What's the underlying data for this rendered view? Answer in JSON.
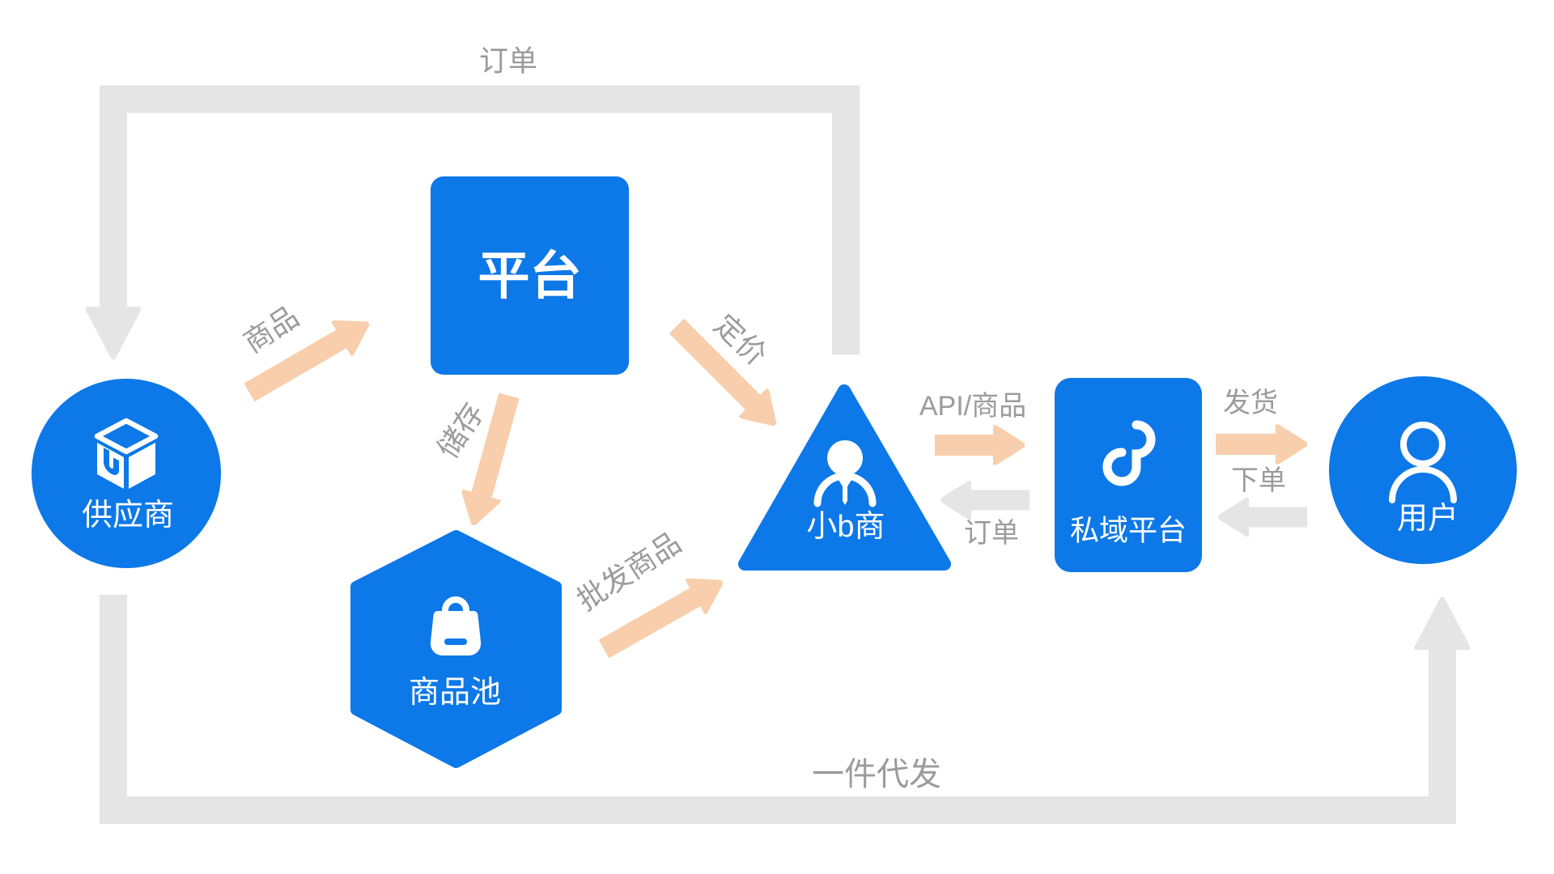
{
  "diagram": {
    "colors": {
      "node_blue": "#0D78E8",
      "arrow_orange": "#F8CEAC",
      "line_gray": "#E5E5E5",
      "label_gray": "#9B9B9B",
      "node_text_white": "#FFFFFF"
    },
    "nodes": {
      "supplier": {
        "label": "供应商",
        "shape": "circle",
        "icon": "package-cube-icon"
      },
      "platform": {
        "label": "平台",
        "shape": "rounded-square"
      },
      "product_pool": {
        "label": "商品池",
        "shape": "hexagon",
        "icon": "shopping-bag-icon"
      },
      "small_b_merchant": {
        "label": "小b商",
        "shape": "triangle",
        "icon": "merchant-person-icon"
      },
      "private_domain_platform": {
        "label": "私域平台",
        "shape": "rounded-rect",
        "icon": "mini-program-icon"
      },
      "user": {
        "label": "用户",
        "shape": "circle",
        "icon": "person-outline-icon"
      }
    },
    "edges": {
      "order_top": {
        "label": "订单",
        "style": "gray-thick"
      },
      "goods": {
        "label": "商品",
        "style": "orange"
      },
      "pricing": {
        "label": "定价",
        "style": "orange"
      },
      "storage": {
        "label": "储存",
        "style": "orange"
      },
      "wholesale_goods": {
        "label": "批发商品",
        "style": "orange"
      },
      "api_goods": {
        "label": "API/商品",
        "style": "orange"
      },
      "order_mid": {
        "label": "订单",
        "style": "gray"
      },
      "ship": {
        "label": "发货",
        "style": "orange"
      },
      "place_order": {
        "label": "下单",
        "style": "gray"
      },
      "dropship": {
        "label": "一件代发",
        "style": "gray-thick"
      }
    }
  }
}
